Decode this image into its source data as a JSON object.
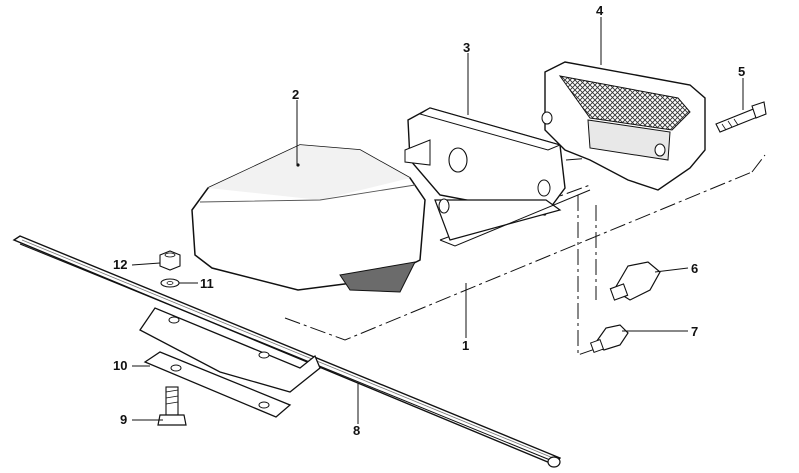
{
  "callouts": {
    "p1": "1",
    "p2": "2",
    "p3": "3",
    "p4": "4",
    "p5": "5",
    "p6": "6",
    "p7": "7",
    "p8": "8",
    "p9": "9",
    "p10": "10",
    "p11": "11",
    "p12": "12"
  },
  "colors": {
    "ink": "#111111",
    "fill": "#ffffff",
    "shade": "#d9d9d9",
    "dark": "#6b6b6b"
  }
}
